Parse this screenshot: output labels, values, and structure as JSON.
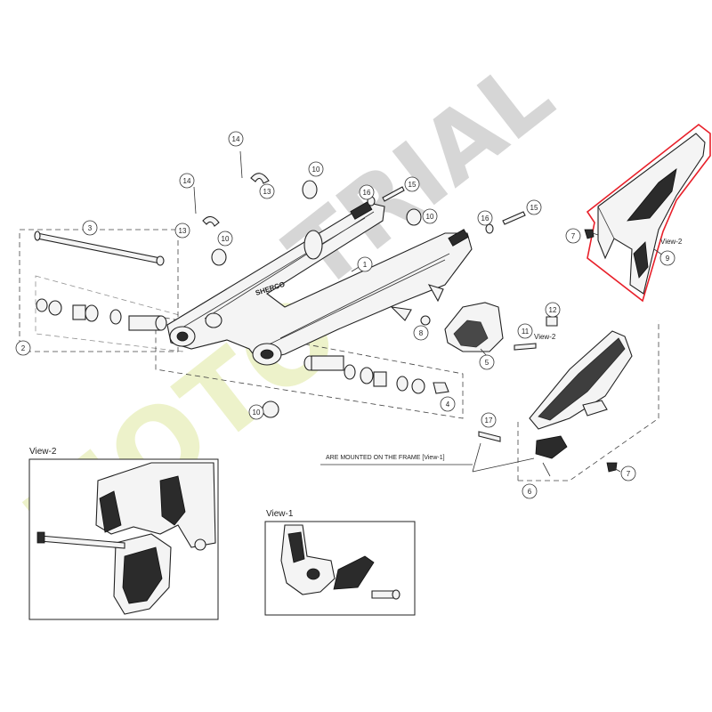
{
  "callouts": [
    {
      "n": "1"
    },
    {
      "n": "2"
    },
    {
      "n": "3"
    },
    {
      "n": "4"
    },
    {
      "n": "5"
    },
    {
      "n": "6"
    },
    {
      "n": "7"
    },
    {
      "n": "7"
    },
    {
      "n": "8"
    },
    {
      "n": "9"
    },
    {
      "n": "10"
    },
    {
      "n": "10"
    },
    {
      "n": "10"
    },
    {
      "n": "10"
    },
    {
      "n": "11"
    },
    {
      "n": "12"
    },
    {
      "n": "13"
    },
    {
      "n": "13"
    },
    {
      "n": "14"
    },
    {
      "n": "14"
    },
    {
      "n": "15"
    },
    {
      "n": "15"
    },
    {
      "n": "16"
    },
    {
      "n": "16"
    },
    {
      "n": "17"
    }
  ],
  "views": {
    "view2_title": "View-2",
    "view1_title": "View-1"
  },
  "tags": {
    "view2_tag_guard": "View-2",
    "view2_tag_bolt": "View-2"
  },
  "note": "ARE MOUNTED ON THE FRAME [View-1]",
  "swingarm_brand": "SHERCO",
  "watermark": {
    "gray": "TRIAL",
    "green": "MOTO"
  },
  "colors": {
    "highlight": "#e8202a",
    "line": "#222222",
    "watermark_gray": "#b5b5b5",
    "watermark_green": "#e6edb5"
  }
}
